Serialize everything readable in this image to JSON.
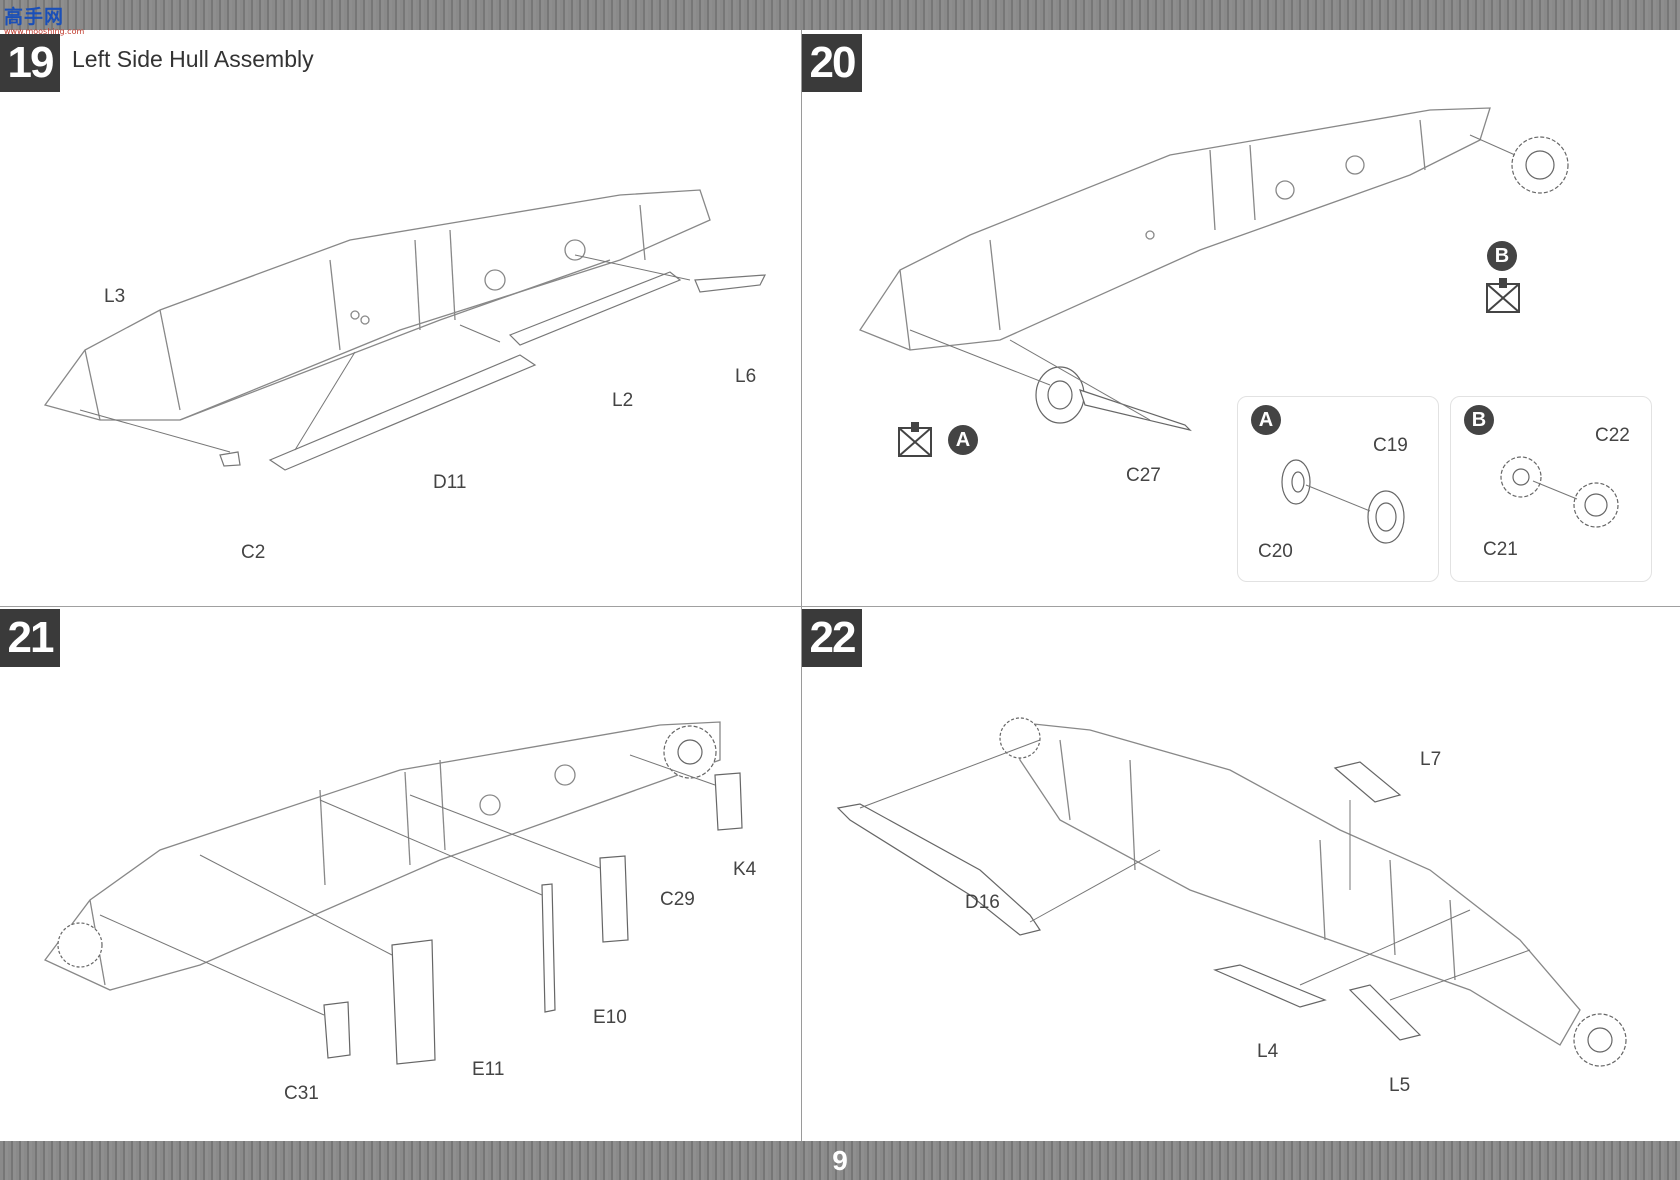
{
  "watermark": {
    "main": "高手网",
    "sub": "www.mooshing.com"
  },
  "page_number": "9",
  "steps": [
    {
      "number": "19",
      "title": "Left Side Hull Assembly",
      "parts": [
        "L3",
        "L6",
        "L2",
        "D11",
        "C2"
      ]
    },
    {
      "number": "20",
      "parts": [
        "C27"
      ],
      "subassembly_badges": [
        "A",
        "B"
      ],
      "insets": [
        {
          "badge": "A",
          "parts": [
            "C19",
            "C20"
          ]
        },
        {
          "badge": "B",
          "parts": [
            "C22",
            "C21"
          ]
        }
      ]
    },
    {
      "number": "21",
      "parts": [
        "K4",
        "C29",
        "E10",
        "E11",
        "C31"
      ]
    },
    {
      "number": "22",
      "parts": [
        "L7",
        "D16",
        "L4",
        "L5"
      ]
    }
  ],
  "icons": [
    "glue-cement-icon",
    "subassembly-badge-icon",
    "sprocket-wheel-icon"
  ]
}
